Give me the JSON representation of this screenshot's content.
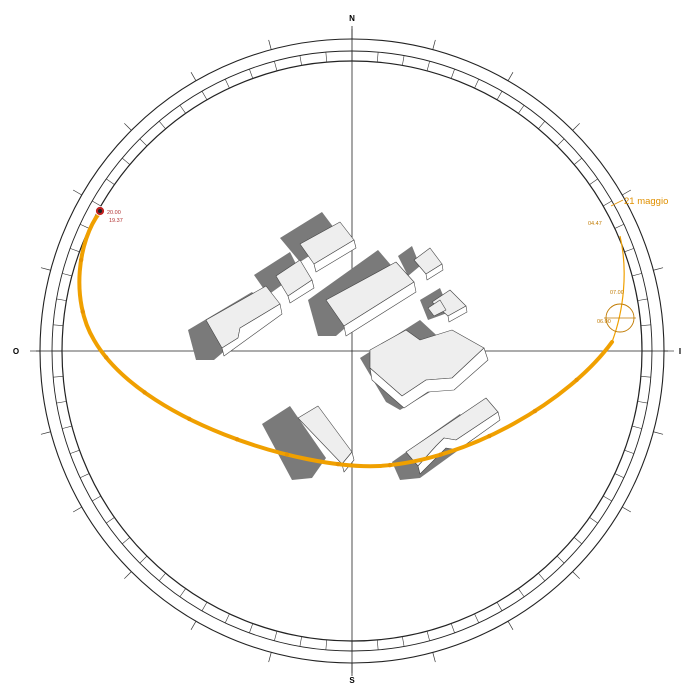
{
  "compass": {
    "north": "N",
    "south": "S",
    "west": "O",
    "east": "I"
  },
  "sun_path": {
    "date_label": "21 maggio",
    "times": {
      "sunset": "20.00",
      "sunset_alt": "19.37",
      "sunrise": "04.47",
      "morning_7": "07.00",
      "morning_6": "06.00"
    },
    "colors": {
      "path": "#f0a000",
      "label": "#e09000",
      "time_label": "#b03030"
    }
  },
  "colors": {
    "building_top": "#eeeeee",
    "building_side": "#ffffff",
    "shadow": "#7a7a7a",
    "ring": "#222222"
  }
}
